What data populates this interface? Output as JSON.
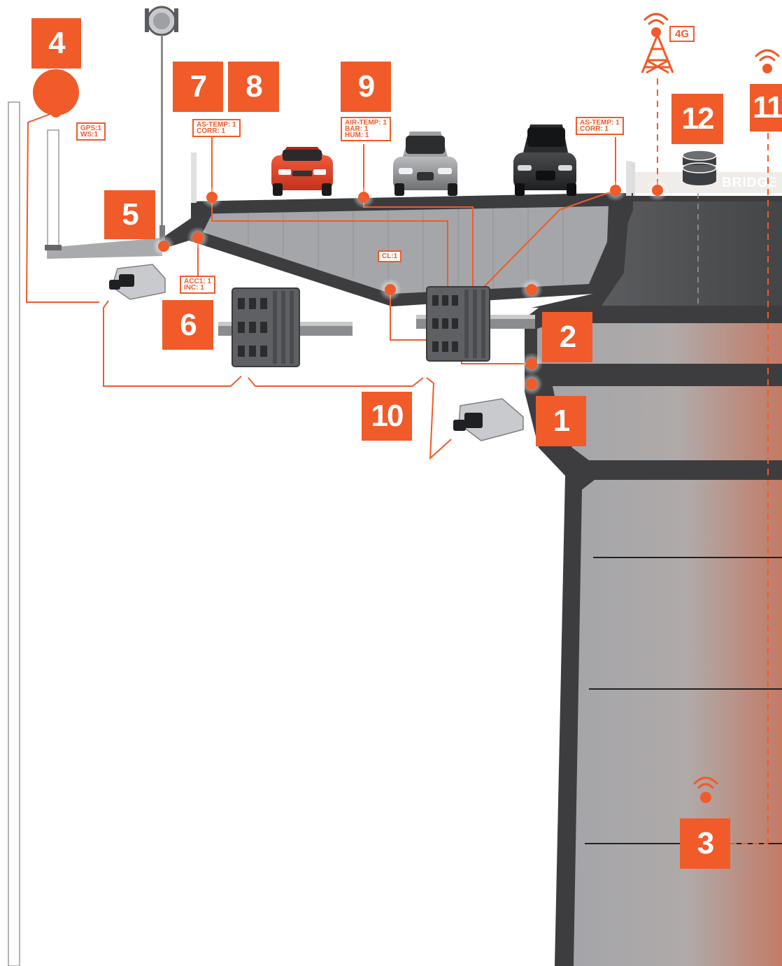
{
  "colors": {
    "accent": "#f15a29",
    "structure_dark": "#3d3d3f",
    "structure_mid": "#a6a7ab",
    "structure_light": "#c9cacd"
  },
  "markers": {
    "m1": "1",
    "m2": "2",
    "m3": "3",
    "m4": "4",
    "m5": "5",
    "m6": "6",
    "m7": "7",
    "m8": "8",
    "m9": "9",
    "m10": "10",
    "m11": "11",
    "m12": "12"
  },
  "sensor_labels": {
    "gps_ws": [
      "GPS:1",
      "WS:1"
    ],
    "surface_left": [
      "AS-TEMP: 1",
      "CORR: 1"
    ],
    "weather": [
      "AIR-TEMP: 1",
      "BAR: 1",
      "HUM: 1"
    ],
    "surface_right": [
      "AS-TEMP: 1",
      "CORR: 1"
    ],
    "acc_inc": [
      "ACC1: 1",
      "INC: 1"
    ],
    "cl": [
      "CL:1"
    ]
  },
  "network_tag": "4G",
  "structure_label": "BRIDGE",
  "icons": [
    "antenna-dish-icon",
    "cell-tower-icon",
    "wifi-icon",
    "database-icon",
    "car-icon",
    "data-logger-icon",
    "junction-box-icon"
  ]
}
